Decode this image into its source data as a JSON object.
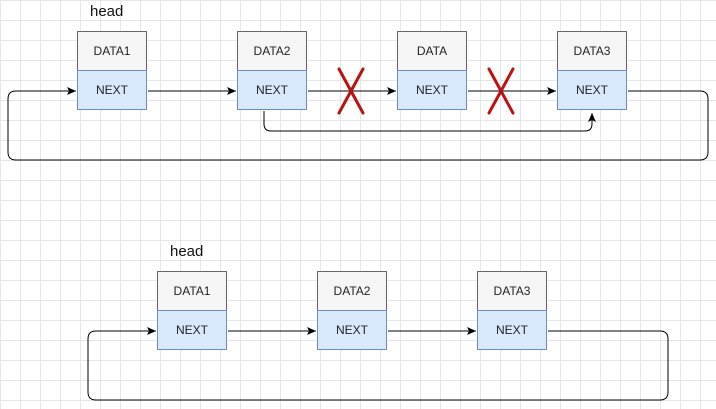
{
  "diagram1": {
    "head_label": "head",
    "nodes": [
      {
        "data": "DATA1",
        "next": "NEXT"
      },
      {
        "data": "DATA2",
        "next": "NEXT"
      },
      {
        "data": "DATA",
        "next": "NEXT"
      },
      {
        "data": "DATA3",
        "next": "NEXT"
      }
    ]
  },
  "diagram2": {
    "head_label": "head",
    "nodes": [
      {
        "data": "DATA1",
        "next": "NEXT"
      },
      {
        "data": "DATA2",
        "next": "NEXT"
      },
      {
        "data": "DATA3",
        "next": "NEXT"
      }
    ]
  },
  "colors": {
    "data_fill": "#f5f5f5",
    "next_fill": "#dae8fc",
    "next_border": "#6c8ebf",
    "cross": "#b81414",
    "arrow": "#000000"
  }
}
